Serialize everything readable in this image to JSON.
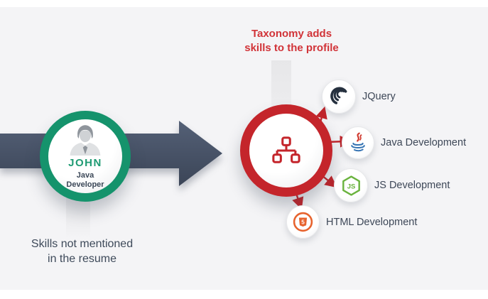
{
  "profile": {
    "name": "JOHN",
    "role": "Java Developer",
    "person_icon": "person-icon"
  },
  "left_caption": {
    "line1": "Skills not mentioned",
    "line2": "in the resume"
  },
  "annotation": {
    "line1": "Taxonomy adds",
    "line2": "skills to the profile"
  },
  "taxonomy_hub": {
    "icon": "hierarchy-icon"
  },
  "skills": [
    {
      "label": "JQuery",
      "icon": "jquery-icon"
    },
    {
      "label": "Java Development",
      "icon": "java-icon"
    },
    {
      "label": "JS Development",
      "icon": "js-hexagon-icon"
    },
    {
      "label": "HTML Development",
      "icon": "html5-icon"
    }
  ],
  "colors": {
    "background_band": "#f4f4f6",
    "profile_ring_green": "#15936c",
    "profile_name_green": "#1f9b73",
    "taxonomy_ring_red": "#c4252b",
    "annotation_red": "#d13338",
    "dark_text_slate": "#3e4a5a",
    "big_arrow_slate": "#46536a"
  }
}
